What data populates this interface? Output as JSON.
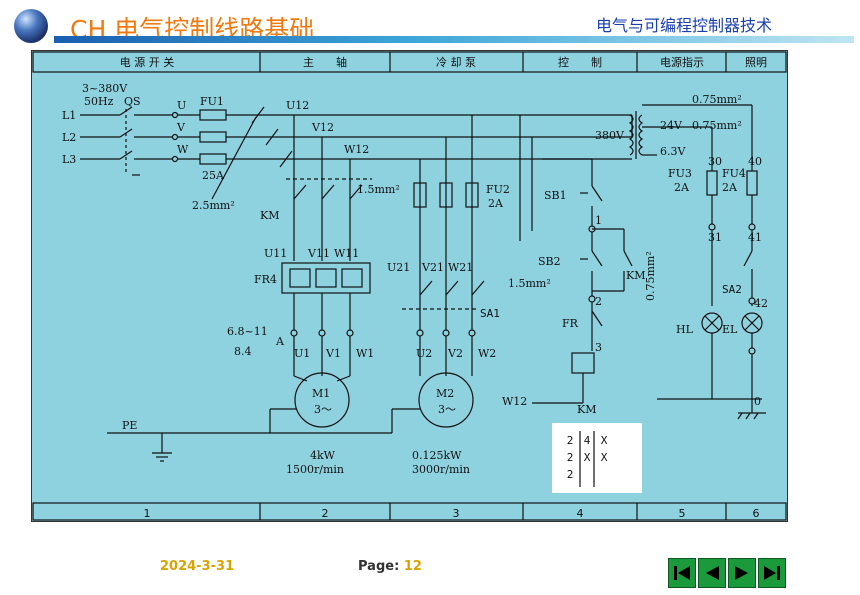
{
  "header": {
    "title_prefix": "CH",
    "title": "电气控制线路基础",
    "course": "电气与可编程控制器技术"
  },
  "diagram": {
    "columns_top": [
      "电 源 开 关",
      "主　　轴",
      "冷 却 泵",
      "控　　制",
      "电源指示",
      "照明"
    ],
    "columns_bottom": [
      "1",
      "2",
      "3",
      "4",
      "5",
      "6"
    ],
    "labels": {
      "supply_voltage": "3~380V",
      "supply_freq": "50Hz",
      "switch_qs": "QS",
      "l1": "L1",
      "l2": "L2",
      "l3": "L3",
      "u": "U",
      "v": "V",
      "w": "W",
      "fu1": "FU1",
      "fuse_25a": "25A",
      "u12": "U12",
      "v12": "V12",
      "w12": "W12",
      "wire_2_5": "2.5mm²",
      "wire_1_5a": "1.5mm²",
      "wire_1_5b": "1.5mm²",
      "km_main": "KM",
      "fu2": "FU2",
      "fu2_rating": "2A",
      "u11": "U11",
      "v11": "V11",
      "w11": "W11",
      "u21": "U21",
      "v21": "V21",
      "w21": "W21",
      "fr4": "FR4",
      "sa1": "SA1",
      "fr_current_top": "6.8~11",
      "fr_current_bottom": "8.4",
      "a": "A",
      "u1": "U1",
      "v1": "V1",
      "w1": "W1",
      "u2": "U2",
      "v2": "V2",
      "w2": "W2",
      "m1": "M1",
      "m1_phase": "3～",
      "m2": "M2",
      "m2_phase": "3～",
      "pe": "PE",
      "m1_power": "4kW",
      "m1_speed": "1500r/min",
      "m2_power": "0.125kW",
      "m2_speed": "3000r/min",
      "v380": "380V",
      "v24": "24V",
      "v6_3": "6.3V",
      "wire_075a": "0.75mm²",
      "wire_075b": "0.75mm²",
      "wire_075c": "0.75mm²",
      "sb1": "SB1",
      "sb2": "SB2",
      "km_coil": "KM",
      "km_aux": "KM",
      "fr": "FR",
      "w12_ctrl": "W12",
      "n1": "1",
      "n2": "2",
      "n3": "3",
      "n30": "30",
      "n40": "40",
      "n31": "31",
      "n41": "41",
      "n42": "42",
      "n0": "0",
      "fu3": "FU3",
      "fu3_rating": "2A",
      "fu4": "FU4",
      "fu4_rating": "2A",
      "sa2": "SA2",
      "hl": "HL",
      "el": "EL"
    },
    "km_table": {
      "left": [
        "2",
        "2",
        "2"
      ],
      "mid": [
        "4",
        "X",
        ""
      ],
      "right": [
        "X",
        "X",
        ""
      ]
    }
  },
  "footer": {
    "date": "2024-3-31",
    "page_label": "Page:",
    "page_number": "12"
  },
  "nav": [
    "first",
    "previous",
    "next",
    "last"
  ]
}
